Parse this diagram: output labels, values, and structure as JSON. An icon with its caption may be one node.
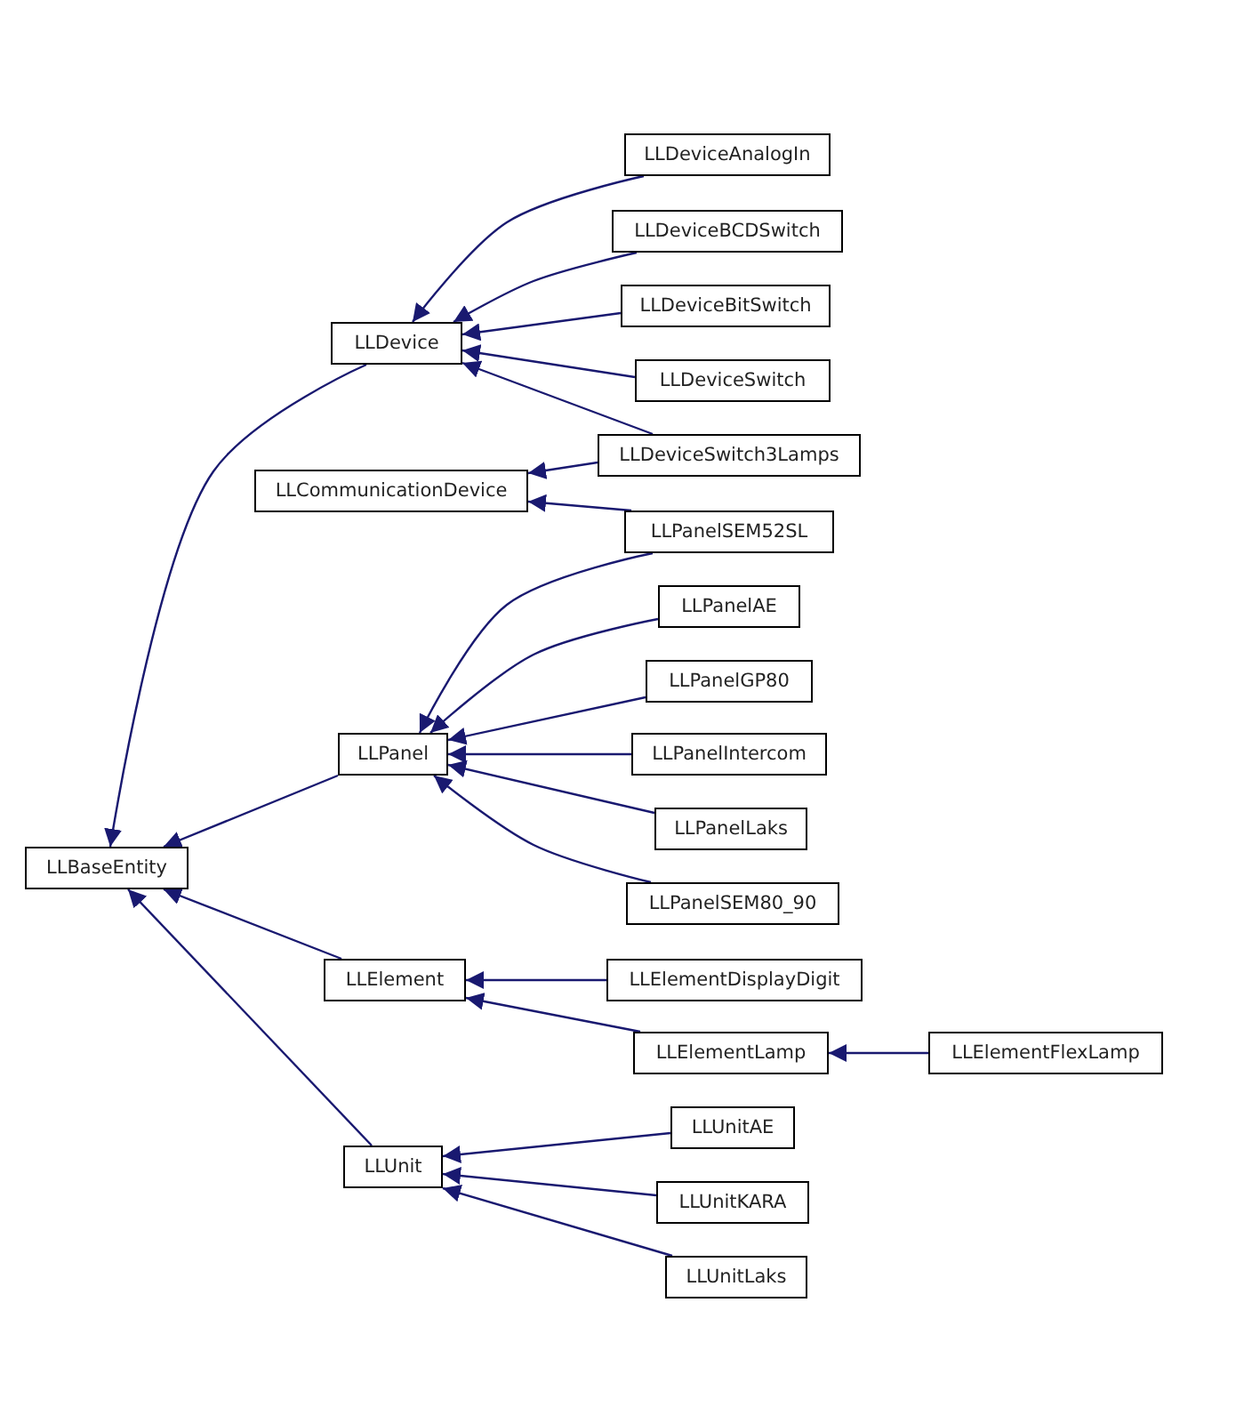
{
  "diagram": {
    "nodes": [
      {
        "text": [
          "LLDeviceAnalogIn"
        ]
      },
      {
        "text": [
          "LLDeviceBCDSwitch"
        ]
      },
      {
        "text": [
          "LLDevice"
        ]
      },
      {
        "text": [
          "LLDeviceBitSwitch"
        ]
      },
      {
        "text": [
          "LLDeviceSwitch"
        ]
      },
      {
        "text": [
          "LLDeviceSwitch3Lamps"
        ]
      },
      {
        "text": [
          "LLCommunicationDevice"
        ]
      },
      {
        "text": [
          "LLPanelSEM52SL"
        ]
      },
      {
        "text": [
          "LLPanelAE"
        ]
      },
      {
        "text": [
          "LLPanelGP80"
        ]
      },
      {
        "text": [
          "LLPanelIntercom"
        ]
      },
      {
        "text": [
          "LLPanel"
        ]
      },
      {
        "text": [
          "LLPanelLaks"
        ]
      },
      {
        "text": [
          "LLBaseEntity"
        ]
      },
      {
        "text": [
          "LLPanelSEM80_90"
        ]
      },
      {
        "text": [
          "LLElement"
        ]
      },
      {
        "text": [
          "LLElementDisplayDigit"
        ]
      },
      {
        "text": [
          "LLElementLamp"
        ]
      },
      {
        "text": [
          "LLElementFlexLamp"
        ]
      },
      {
        "text": [
          "LLUnitAE"
        ]
      },
      {
        "text": [
          "LLUnit"
        ]
      },
      {
        "text": [
          "LLUnitKARA"
        ]
      },
      {
        "text": [
          "LLUnitLaks"
        ]
      }
    ],
    "edges": [
      {
        "from": 0,
        "to": 2,
        "arrow": "to"
      },
      {
        "from": 1,
        "to": 2,
        "arrow": "to"
      },
      {
        "from": 3,
        "to": 2,
        "arrow": "to"
      },
      {
        "from": 4,
        "to": 2,
        "arrow": "to"
      },
      {
        "from": 5,
        "to": 2,
        "arrow": "to"
      },
      {
        "from": 5,
        "to": 6,
        "arrow": "to"
      },
      {
        "from": 7,
        "to": 6,
        "arrow": "to"
      },
      {
        "from": 7,
        "to": 11,
        "arrow": "to"
      },
      {
        "from": 8,
        "to": 11,
        "arrow": "to"
      },
      {
        "from": 9,
        "to": 11,
        "arrow": "to"
      },
      {
        "from": 10,
        "to": 11,
        "arrow": "to"
      },
      {
        "from": 12,
        "to": 11,
        "arrow": "to"
      },
      {
        "from": 14,
        "to": 11,
        "arrow": "to"
      },
      {
        "from": 2,
        "to": 13,
        "arrow": "to"
      },
      {
        "from": 11,
        "to": 13,
        "arrow": "to"
      },
      {
        "from": 15,
        "to": 13,
        "arrow": "to"
      },
      {
        "from": 20,
        "to": 13,
        "arrow": "to"
      },
      {
        "from": 16,
        "to": 15,
        "arrow": "to"
      },
      {
        "from": 17,
        "to": 15,
        "arrow": "to"
      },
      {
        "from": 18,
        "to": 17,
        "arrow": "to"
      },
      {
        "from": 19,
        "to": 20,
        "arrow": "to"
      },
      {
        "from": 21,
        "to": 20,
        "arrow": "to"
      },
      {
        "from": 22,
        "to": 20,
        "arrow": "to"
      }
    ]
  }
}
